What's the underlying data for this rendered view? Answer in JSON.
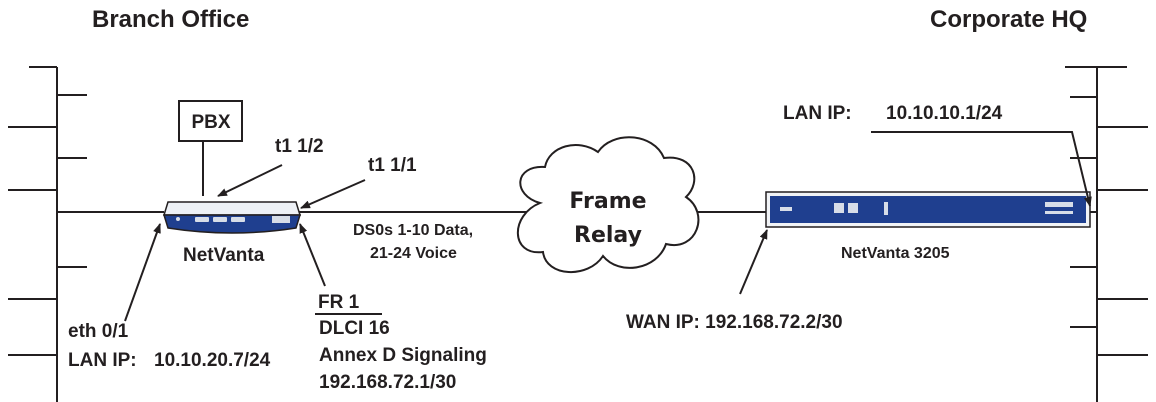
{
  "sites": {
    "branch_title": "Branch Office",
    "hq_title": "Corporate HQ"
  },
  "branch": {
    "pbx_label": "PBX",
    "t1_2_label": "t1 1/2",
    "t1_1_label": "t1 1/1",
    "router_label": "NetVanta",
    "eth_label": "eth 0/1",
    "lan_ip_label": "LAN IP:",
    "lan_ip_value": "10.10.20.7/24",
    "fr_title": "FR 1",
    "dlci": "DLCI 16",
    "signaling": "Annex D Signaling",
    "fr_ip": "192.168.72.1/30"
  },
  "link": {
    "ds0_line1": "DS0s 1-10 Data,",
    "ds0_line2": "21-24 Voice"
  },
  "cloud": {
    "line1": "Frame",
    "line2": "Relay"
  },
  "hq": {
    "lan_ip_label": "LAN IP:",
    "lan_ip_value": "10.10.10.1/24",
    "router_label": "NetVanta 3205",
    "wan_ip_label": "WAN IP: 192.168.72.2/30"
  },
  "colors": {
    "line": "#231f20",
    "device_blue": "#1f3f8f",
    "device_light": "#d7dde8",
    "device_body": "#f1f3f6"
  }
}
